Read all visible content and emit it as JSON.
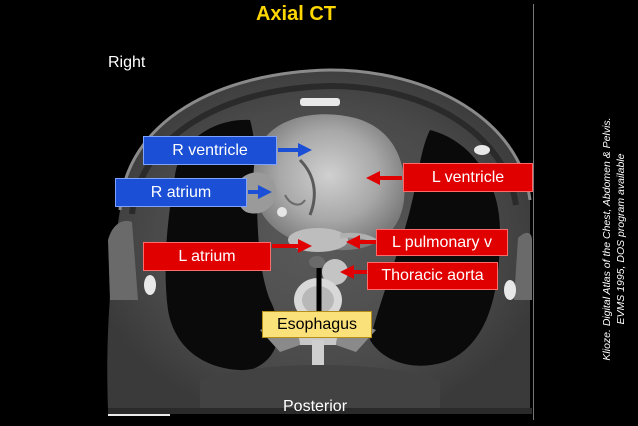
{
  "title": "Axial CT",
  "orientation": {
    "top_label": "Right",
    "bottom_label": "Posterior"
  },
  "labels": {
    "r_ventricle": "R ventricle",
    "r_atrium": "R atrium",
    "l_atrium": "L atrium",
    "l_ventricle": "L ventricle",
    "l_pulmonary_v": "L pulmonary v",
    "thoracic_aorta": "Thoracic aorta",
    "esophagus": "Esophagus"
  },
  "credit": {
    "line1": "Klioze. Digital Atlas of the Chest, Abdomen & Pelvis.",
    "line2": "EVMS 1995, DOS program available"
  },
  "colors": {
    "title": "#ffd700",
    "blue_label": "#1a4fd6",
    "red_label": "#e00000",
    "yellow_label": "#fbe17a"
  }
}
